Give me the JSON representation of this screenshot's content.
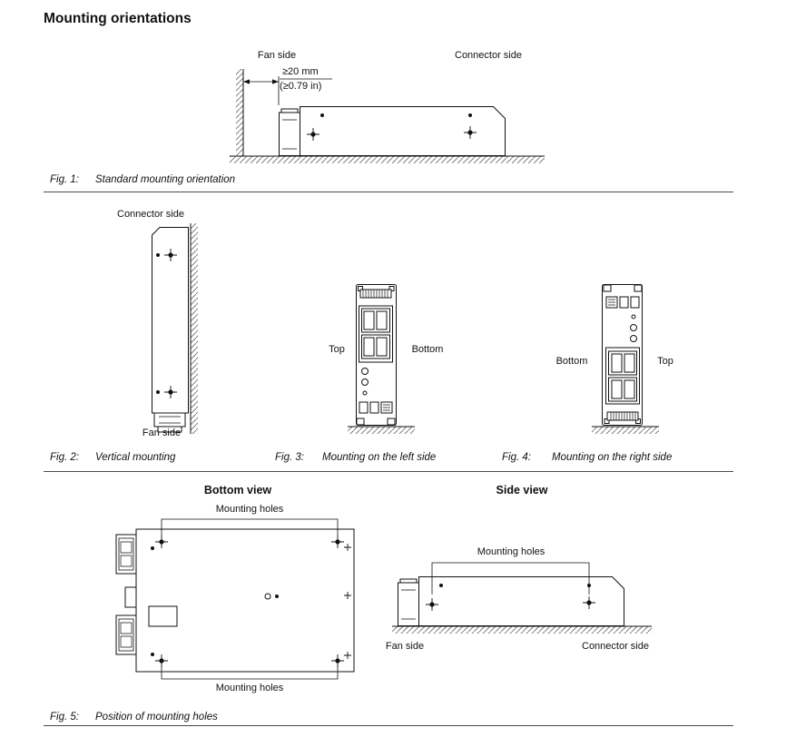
{
  "page": {
    "title": "Mounting orientations"
  },
  "fig1": {
    "label": "Fig. 1:",
    "caption": "Standard mounting orientation",
    "fan_side_label": "Fan side",
    "connector_side_label": "Connector side",
    "clearance_mm": "≥20 mm",
    "clearance_in": "(≥0.79 in)"
  },
  "fig2": {
    "label": "Fig. 2:",
    "caption": "Vertical mounting",
    "connector_side_label": "Connector side",
    "fan_side_label": "Fan side"
  },
  "fig3": {
    "label": "Fig. 3:",
    "caption": "Mounting on the left side",
    "top_label": "Top",
    "bottom_label": "Bottom"
  },
  "fig4": {
    "label": "Fig. 4:",
    "caption": "Mounting on the right side",
    "bottom_label": "Bottom",
    "top_label": "Top"
  },
  "fig5": {
    "label": "Fig. 5:",
    "caption": "Position of mounting holes",
    "bottom_view_heading": "Bottom view",
    "side_view_heading": "Side view",
    "mounting_holes_top_label": "Mounting holes",
    "mounting_holes_bottom_label": "Mounting holes",
    "mounting_holes_side_label": "Mounting holes",
    "fan_side_label": "Fan side",
    "connector_side_label": "Connector side"
  }
}
